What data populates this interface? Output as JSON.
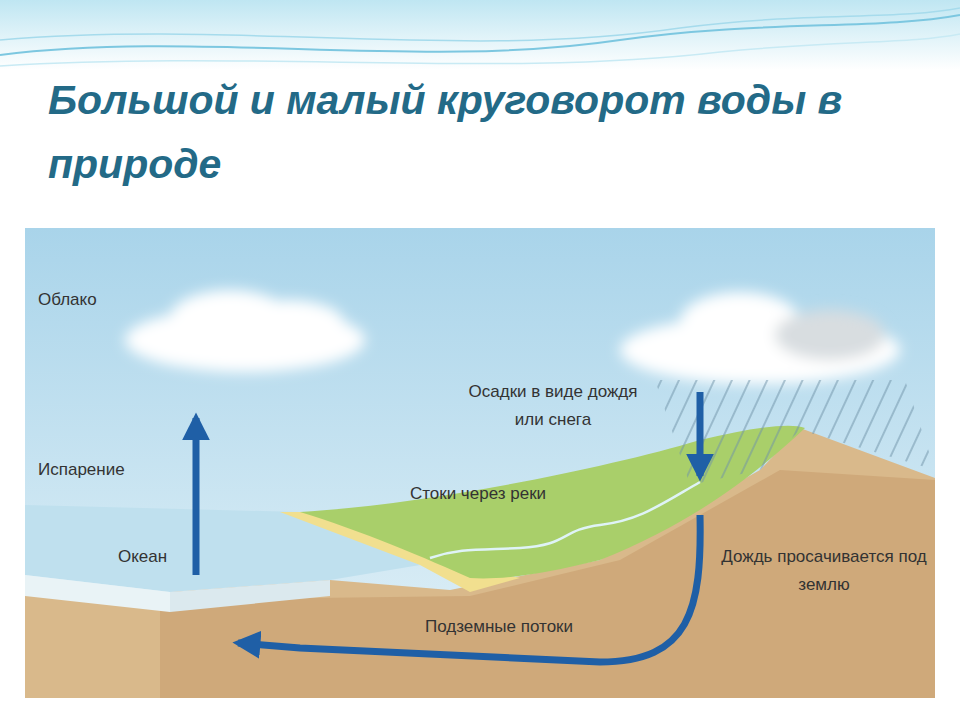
{
  "diagram": {
    "title": "Большой и малый круговорот воды в природе",
    "labels": [
      "Облако",
      "Испарение",
      "Океан",
      "Осадки в виде дождя или снега",
      "Стоки через реки",
      "Дождь просачивается под землю",
      "Подземные потоки"
    ]
  }
}
